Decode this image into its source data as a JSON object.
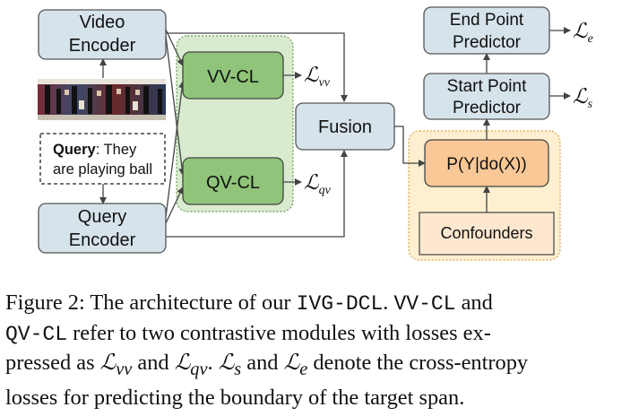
{
  "diagram": {
    "video_encoder_line1": "Video",
    "video_encoder_line2": "Encoder",
    "query_label": "Query",
    "query_text_1": ": They",
    "query_text_2": "are playing ball",
    "query_encoder_line1": "Query",
    "query_encoder_line2": "Encoder",
    "vvcl": "VV-CL",
    "qvcl": "QV-CL",
    "fusion": "Fusion",
    "causal": "P(Y|do(X))",
    "confounders": "Confounders",
    "start_line1": "Start Point",
    "start_line2": "Predictor",
    "end_line1": "End Point",
    "end_line2": "Predictor",
    "loss_vv_symbol": "ℒ",
    "loss_vv_sub": "vv",
    "loss_qv_symbol": "ℒ",
    "loss_qv_sub": "qv",
    "loss_s_symbol": "ℒ",
    "loss_s_sub": "s",
    "loss_e_symbol": "ℒ",
    "loss_e_sub": "e"
  },
  "colors": {
    "encoder_fill": "#d6e3ea",
    "cl_fill": "#8fc47a",
    "cl_group_fill": "#d9ebcf",
    "causal_fill": "#f9c896",
    "causal_group_fill": "#fdefcf",
    "confounder_fill": "#fde8cf"
  },
  "caption": {
    "l1_a": "Figure 2:  The architecture of our ",
    "l1_b": "IVG-DCL",
    "l1_c": ".  ",
    "l1_d": "VV-CL",
    "l1_e": " and",
    "l2_a": "QV-CL",
    "l2_b": " refer to two contrastive modules with losses ex-",
    "l3_a": "pressed as ",
    "l3_sym1": "ℒ",
    "l3_sub1": "vv",
    "l3_b": " and ",
    "l3_sym2": "ℒ",
    "l3_sub2": "qv",
    "l3_c": ". ",
    "l3_sym3": "ℒ",
    "l3_sub3": "s",
    "l3_d": " and ",
    "l3_sym4": "ℒ",
    "l3_sub4": "e",
    "l3_e": " denote the cross-entropy",
    "l4": "losses for predicting the boundary of the target span."
  }
}
